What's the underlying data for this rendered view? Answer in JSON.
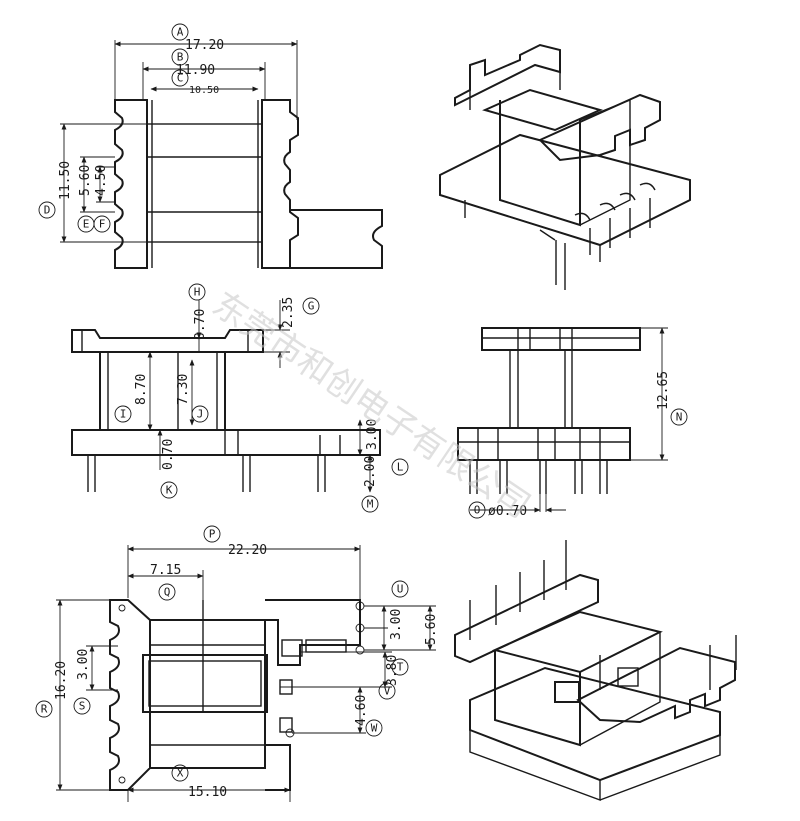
{
  "drawing": {
    "watermark": "东莞市和创电子有限公司",
    "callouts": [
      "A",
      "B",
      "C",
      "D",
      "E",
      "F",
      "G",
      "H",
      "I",
      "J",
      "K",
      "L",
      "M",
      "N",
      "O",
      "P",
      "Q",
      "R",
      "S",
      "T",
      "U",
      "V",
      "W",
      "X"
    ],
    "dimensions": {
      "A": "17.20",
      "B": "11.90",
      "C": "10.50",
      "D": "11.50",
      "E": "5.60",
      "F": "4.50",
      "G": "2.35",
      "H": "0.70",
      "I": "8.70",
      "J": "7.30",
      "K": "0.70",
      "L": "3.00",
      "M": "2.00",
      "N": "12.65",
      "O": "ø0.70",
      "P": "22.20",
      "Q": "7.15",
      "R": "16.20",
      "S": "3.00",
      "T": "3.80",
      "U": "3.00",
      "U2": "5.60",
      "V": "4.60",
      "X": "15.10"
    }
  }
}
